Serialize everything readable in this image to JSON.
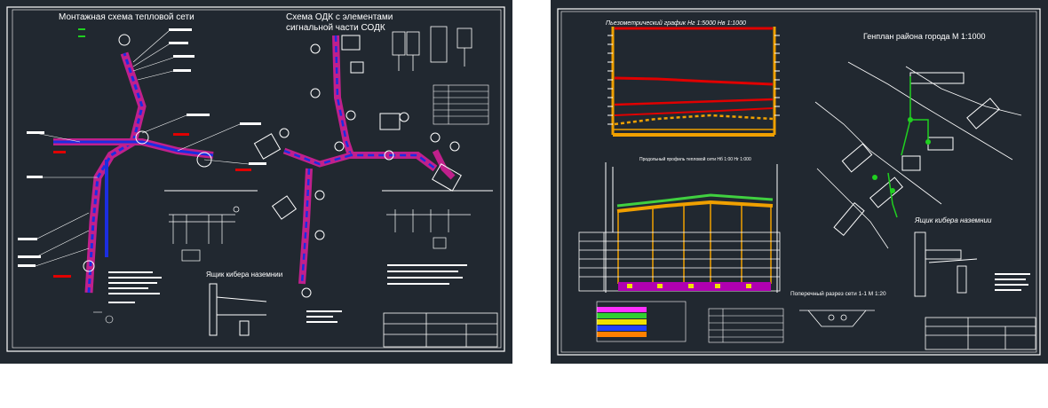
{
  "left_sheet": {
    "title_main": "Монтажная схема тепловой сети",
    "title_odk_line1": "Схема ОДК с элементами",
    "title_odk_line2": "сигнальной части СОДК",
    "label_box": "Ящик кибера наземнии"
  },
  "right_sheet": {
    "title_piezo": "Пьезометрический график Нг 1:5000 Нв 1:1000",
    "title_profile": "Продольный профиль тепловой сети Нб 1:00 Нг 1:000",
    "title_genplan": "Генплан района города М 1:1000",
    "label_box": "Ящик кибера наземнии",
    "title_section": "Поперечный разрез сети 1-1 М 1:20"
  },
  "colors": {
    "background": "#212830",
    "pipe_blue": "#1b2ee0",
    "pipe_magenta": "#c0208c",
    "piezo_orange": "#f0a000",
    "piezo_red": "#e00000",
    "profile_green": "#40d040",
    "genplan_green": "#20d020"
  },
  "icons": [
    "drawing-frame",
    "title-block",
    "pipe-network",
    "profile-chart",
    "site-plan"
  ]
}
